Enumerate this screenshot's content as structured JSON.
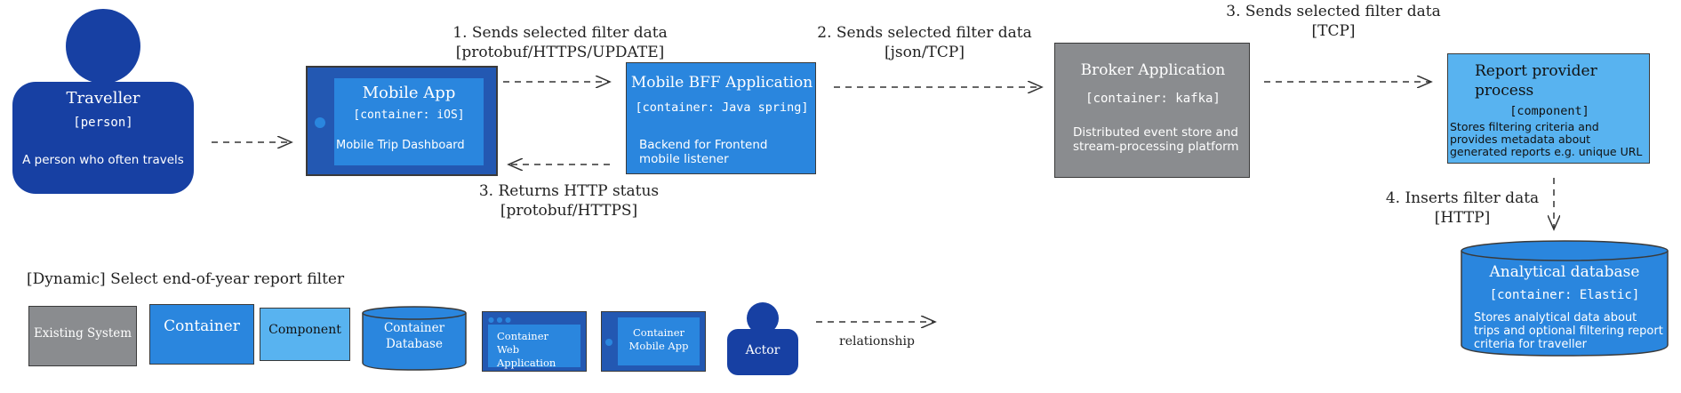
{
  "colors": {
    "person": "#1740a3",
    "container": "#2a86de",
    "component": "#58b3f0",
    "existing": "#8a8c8f",
    "mobile_outer": "#2358b2",
    "border": "#3a3a3a"
  },
  "nodes": {
    "traveller": {
      "title": "Traveller",
      "tech": "[person]",
      "desc": "A person who often travels"
    },
    "mobile_app": {
      "title": "Mobile App",
      "tech": "[container: iOS]",
      "desc": "Mobile Trip Dashboard"
    },
    "mobile_bff": {
      "title": "Mobile BFF Application",
      "tech": "[container: Java spring]",
      "desc": "Backend for Frontend mobile listener"
    },
    "broker": {
      "title": "Broker Application",
      "tech": "[container: kafka]",
      "desc": "Distributed event store and stream-processing platform"
    },
    "report": {
      "title": "Report provider process",
      "tech": "[component]",
      "desc": "Stores filtering criteria and provides metadata about generated reports e.g. unique URL"
    },
    "analytical": {
      "title": "Analytical database",
      "tech": "[container: Elastic]",
      "desc": "Stores analytical data about trips and  optional filtering report criteria for traveller"
    }
  },
  "relations": {
    "r1": {
      "line1": "1. Sends selected filter data",
      "line2": "[protobuf/HTTPS/UPDATE]"
    },
    "r2": {
      "line1": "2. Sends selected filter data",
      "line2": "[json/TCP]"
    },
    "r3": {
      "line1": "3. Sends selected filter data",
      "line2": "[TCP]"
    },
    "r3b": {
      "line1": "3. Returns HTTP status",
      "line2": "[protobuf/HTTPS]"
    },
    "r4": {
      "line1": "4. Inserts filter data",
      "line2": "[HTTP]"
    }
  },
  "legend": {
    "title": "[Dynamic] Select end-of-year report filter",
    "existing": "Existing System",
    "container": "Container",
    "component": "Component",
    "db_line1": "Container",
    "db_line2": "Database",
    "web_line1": "Container",
    "web_line2": "Web Application",
    "mob_line1": "Container",
    "mob_line2": "Mobile App",
    "actor": "Actor",
    "relationship": "relationship"
  }
}
